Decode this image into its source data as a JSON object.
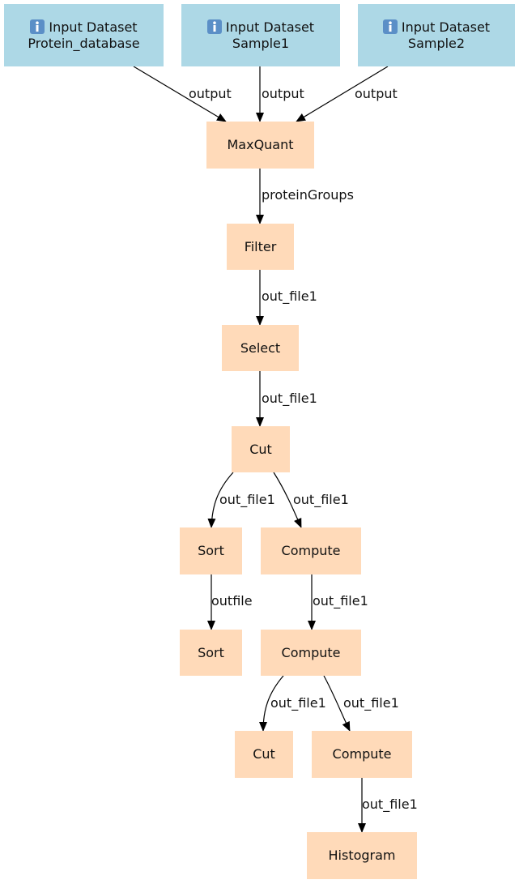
{
  "colors": {
    "input_fill": "#add8e6",
    "tool_fill": "#ffdab9",
    "edge": "#000000"
  },
  "nodes": {
    "protein_database": {
      "kind": "input",
      "icon": "info-icon",
      "line1": "Input Dataset",
      "line2": "Protein_database"
    },
    "sample1": {
      "kind": "input",
      "icon": "info-icon",
      "line1": "Input Dataset",
      "line2": "Sample1"
    },
    "sample2": {
      "kind": "input",
      "icon": "info-icon",
      "line1": "Input Dataset",
      "line2": "Sample2"
    },
    "maxquant": {
      "kind": "tool",
      "label": "MaxQuant"
    },
    "filter": {
      "kind": "tool",
      "label": "Filter"
    },
    "select": {
      "kind": "tool",
      "label": "Select"
    },
    "cut1": {
      "kind": "tool",
      "label": "Cut"
    },
    "sort1": {
      "kind": "tool",
      "label": "Sort"
    },
    "compute1": {
      "kind": "tool",
      "label": "Compute"
    },
    "sort2": {
      "kind": "tool",
      "label": "Sort"
    },
    "compute2": {
      "kind": "tool",
      "label": "Compute"
    },
    "cut2": {
      "kind": "tool",
      "label": "Cut"
    },
    "compute3": {
      "kind": "tool",
      "label": "Compute"
    },
    "histogram": {
      "kind": "tool",
      "label": "Histogram"
    }
  },
  "edges": [
    {
      "from": "protein_database",
      "to": "maxquant",
      "label": "output"
    },
    {
      "from": "sample1",
      "to": "maxquant",
      "label": "output"
    },
    {
      "from": "sample2",
      "to": "maxquant",
      "label": "output"
    },
    {
      "from": "maxquant",
      "to": "filter",
      "label": "proteinGroups"
    },
    {
      "from": "filter",
      "to": "select",
      "label": "out_file1"
    },
    {
      "from": "select",
      "to": "cut1",
      "label": "out_file1"
    },
    {
      "from": "cut1",
      "to": "sort1",
      "label": "out_file1"
    },
    {
      "from": "cut1",
      "to": "compute1",
      "label": "out_file1"
    },
    {
      "from": "sort1",
      "to": "sort2",
      "label": "outfile"
    },
    {
      "from": "compute1",
      "to": "compute2",
      "label": "out_file1"
    },
    {
      "from": "compute2",
      "to": "cut2",
      "label": "out_file1"
    },
    {
      "from": "compute2",
      "to": "compute3",
      "label": "out_file1"
    },
    {
      "from": "compute3",
      "to": "histogram",
      "label": "out_file1"
    }
  ]
}
